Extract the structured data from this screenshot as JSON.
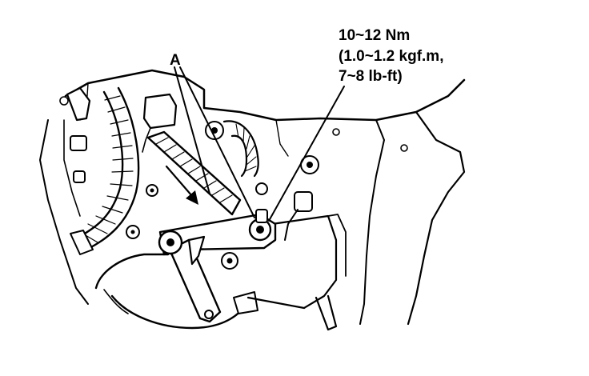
{
  "callouts": {
    "part_label": "A",
    "torque_line1": "10~12 Nm",
    "torque_line2": "(1.0~1.2 kgf.m,",
    "torque_line3": "7~8 lb-ft)"
  },
  "colors": {
    "ink": "#000000",
    "paper": "#ffffff"
  }
}
